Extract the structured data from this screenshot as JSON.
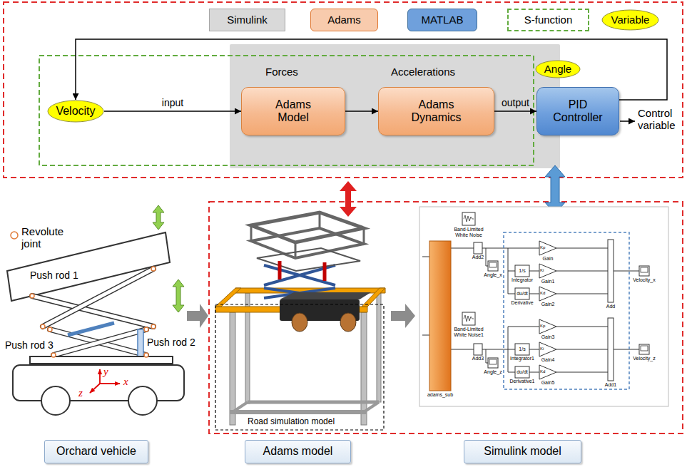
{
  "diagram": {
    "nodes": [
      {
        "text": [
          "Velocity"
        ]
      },
      {
        "text": [
          "Adams Model"
        ]
      },
      {
        "text": [
          "Adams Dynamics"
        ]
      },
      {
        "text": [
          "Angle"
        ]
      },
      {
        "text": [
          "PID Controller"
        ]
      },
      {
        "text": [
          "Orchard vehicle"
        ]
      },
      {
        "text": [
          "Adams model"
        ]
      },
      {
        "text": [
          "Simulink model"
        ]
      }
    ],
    "edges": [
      {
        "from": 0,
        "to": 1,
        "arrow": "to",
        "label": "input"
      },
      {
        "from": 1,
        "to": 2,
        "arrow": "to"
      },
      {
        "from": 2,
        "to": 4,
        "arrow": "to",
        "label": "output"
      },
      {
        "from": 4,
        "to": 0,
        "arrow": "to"
      }
    ],
    "labels": [
      "Forces",
      "Accelerations",
      "Control variable",
      "Revolute joint",
      "Push rod 1",
      "Push rod 3",
      "Push rod 2",
      "y",
      "x",
      "z",
      "Road simulation model",
      "Band-Limited White Noise",
      "Add2",
      "Angle_x",
      "Band-Limited White Noise1",
      "Add3",
      "Angle_z",
      "adams_sub",
      "Kp",
      "Gain",
      "1/s",
      "Integrator",
      "Ki",
      "Gain1",
      "du/dt",
      "Derivative",
      "Kd",
      "Gain2",
      "Add",
      "Kp",
      "Gain3",
      "1/s",
      "Integrator1",
      "Ki",
      "Gain4",
      "du/dt",
      "Derivative1",
      "Kd",
      "Gain5",
      "Add1",
      "Velocity_x",
      "Velocity_z"
    ],
    "legend": [
      {
        "text": "Simulink",
        "color": "#d9d9d9"
      },
      {
        "text": "Adams",
        "color": "#f8cbad"
      },
      {
        "text": "MATLAB",
        "color": "#6fa0dc"
      },
      {
        "text": "S-function"
      },
      {
        "text": "Variable",
        "color": "#ffff00"
      }
    ]
  }
}
